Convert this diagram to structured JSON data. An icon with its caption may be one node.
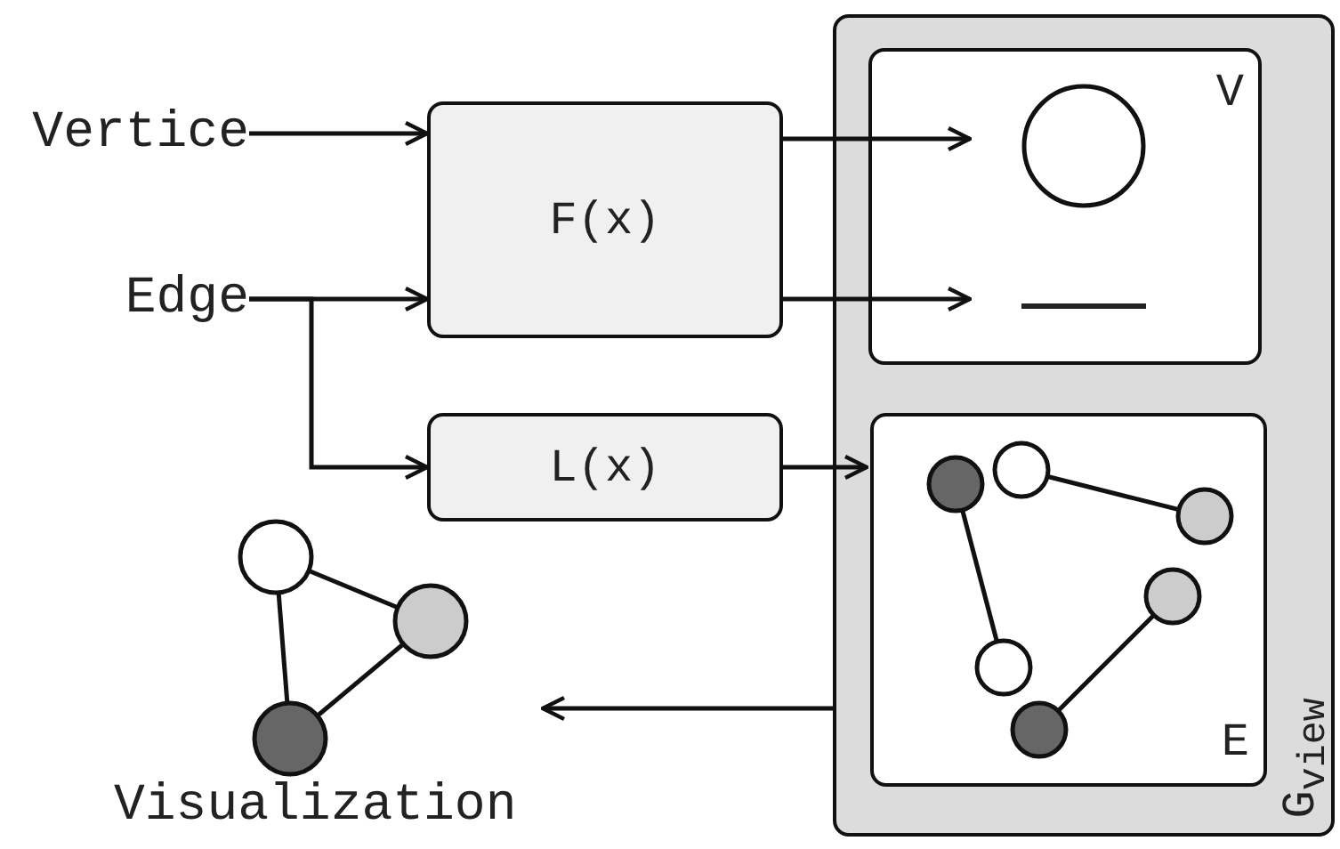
{
  "diagram": {
    "nodes": [
      {
        "text": [
          "Vertice"
        ]
      },
      {
        "text": [
          "Edge"
        ]
      },
      {
        "text": [
          "F(x)"
        ]
      },
      {
        "text": [
          "L(x)"
        ]
      },
      {
        "text": [
          "G$_{view}$"
        ]
      },
      {
        "text": [
          "V"
        ],
        "in": 4
      },
      {
        "text": [],
        "shape": "circle",
        "in": 5
      },
      {
        "text": [],
        "shape": "line",
        "in": 5
      },
      {
        "text": [
          "E"
        ],
        "in": 4
      },
      {
        "text": [
          "Visualization"
        ]
      }
    ],
    "edges": [
      {
        "from": 0,
        "to": 2,
        "arrow": "to"
      },
      {
        "from": 1,
        "to": 2,
        "arrow": "to"
      },
      {
        "from": 1,
        "to": 3,
        "arrow": "to"
      },
      {
        "from": 2,
        "to": 6,
        "arrow": "to"
      },
      {
        "from": 2,
        "to": 7,
        "arrow": "to"
      },
      {
        "from": 3,
        "to": 8,
        "arrow": "to"
      },
      {
        "from": 4,
        "to": 9,
        "arrow": "to"
      }
    ]
  }
}
